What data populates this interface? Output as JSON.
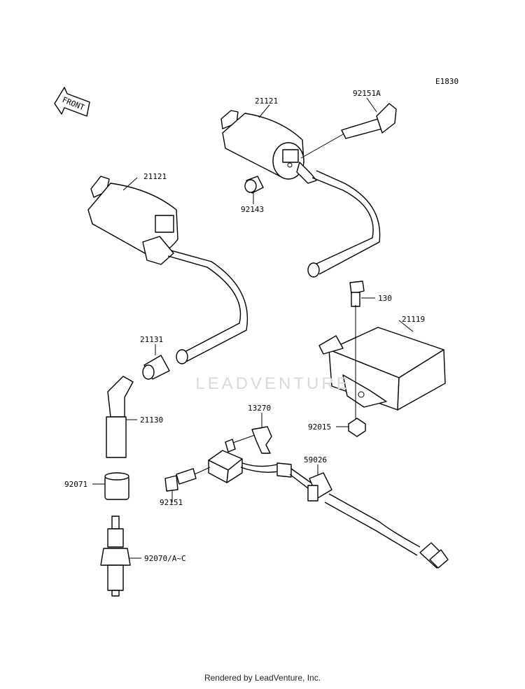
{
  "diagram_code": "E1830",
  "orientation_label": "FRONT",
  "watermark": "LEADVENTURE",
  "footer": "Rendered by LeadVenture, Inc.",
  "parts": {
    "coil_upper": "21121",
    "bolt_upper": "92151A",
    "collar": "92143",
    "coil_left": "21121",
    "bolt_igniter": "130",
    "igniter": "21119",
    "seal": "21131",
    "cap": "21130",
    "nut": "92015",
    "bracket": "13270",
    "grommet": "59026",
    "boot": "92071",
    "screw": "92151",
    "plug": "92070/A~C"
  }
}
